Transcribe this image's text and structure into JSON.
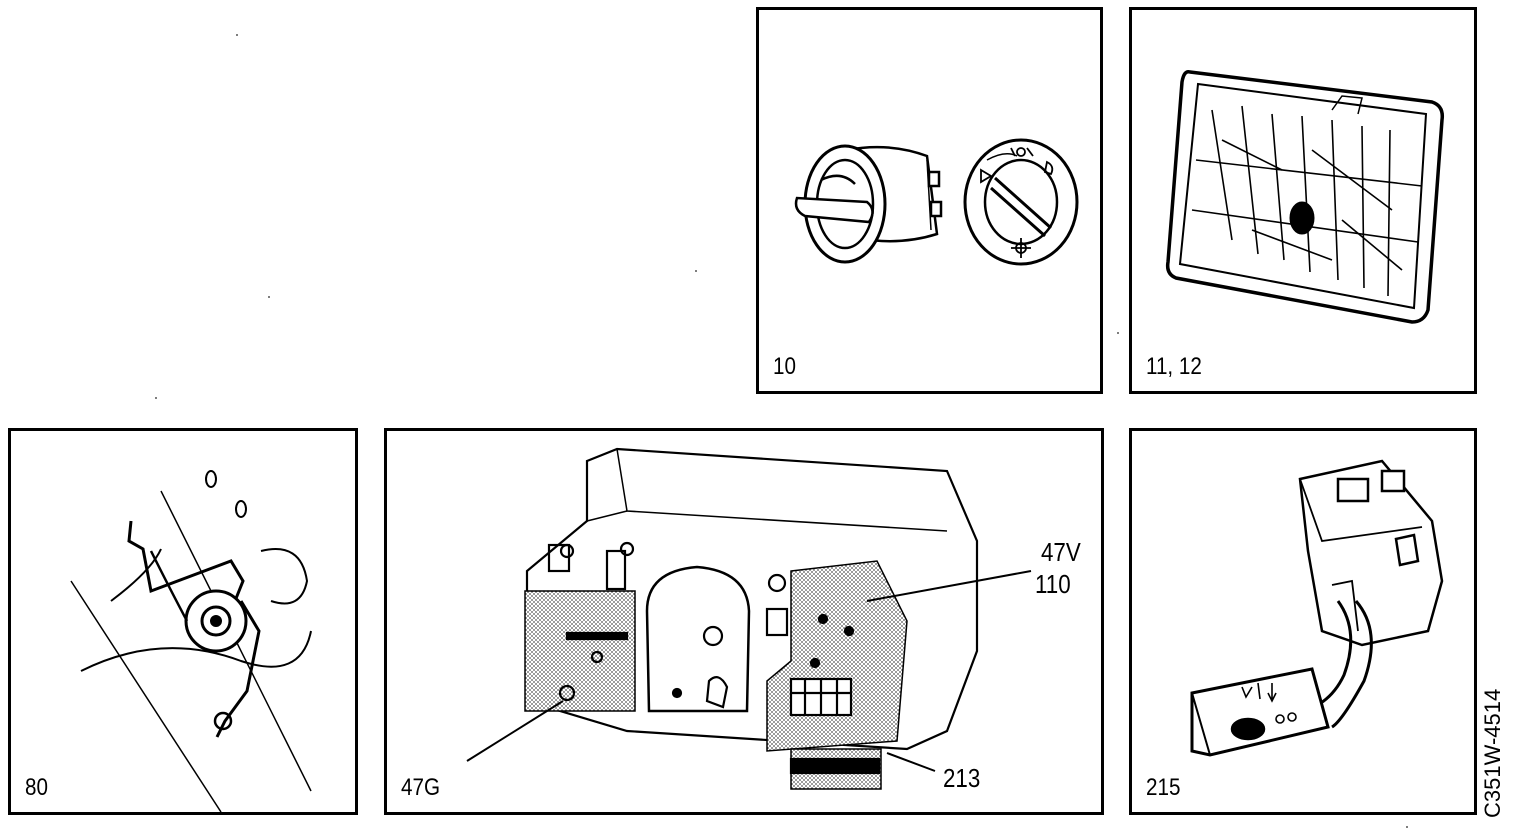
{
  "panels": {
    "light_switch": {
      "label": "10"
    },
    "headlamp": {
      "label": "11, 12"
    },
    "horn": {
      "label": "80"
    },
    "instrument_cluster": {
      "label": "47G",
      "callouts": {
        "c47v": "47V",
        "c110": "110",
        "c213": "213"
      }
    },
    "stalk_switch": {
      "label": "215"
    }
  },
  "figure_code": "C351W-4514",
  "colors": {
    "ink": "#000000",
    "paper": "#ffffff",
    "stipple": "#8a8a8a"
  }
}
